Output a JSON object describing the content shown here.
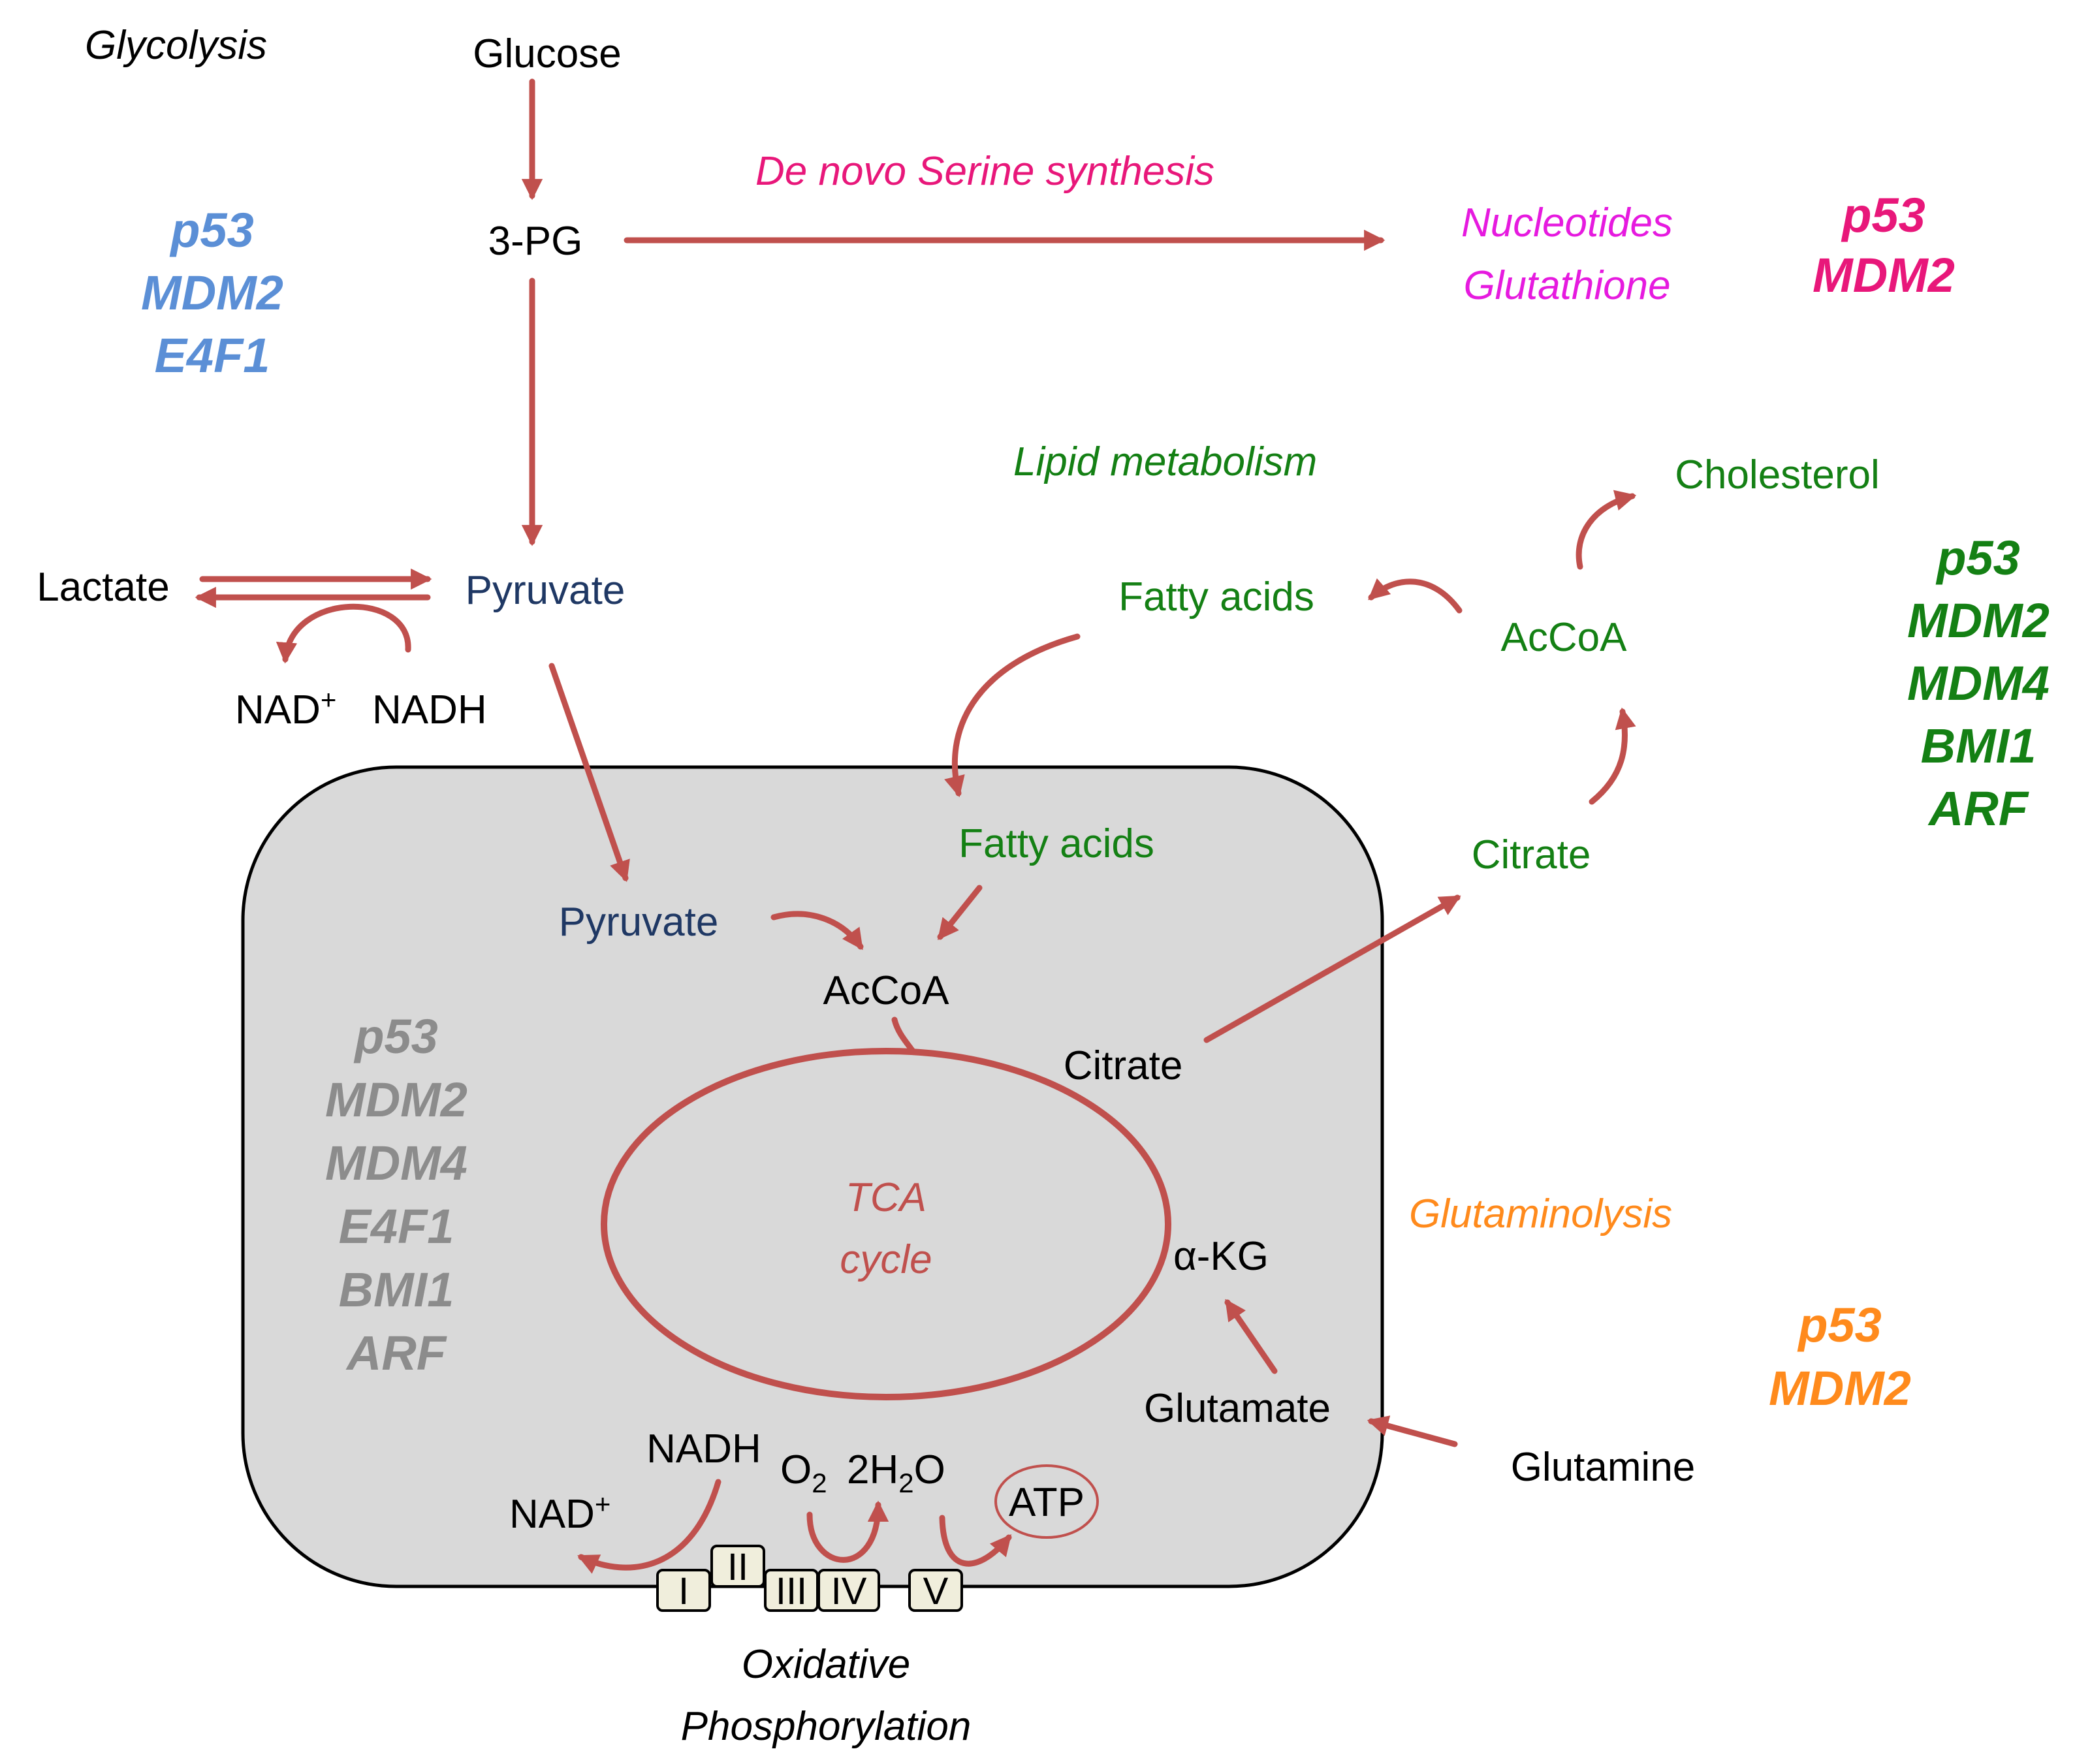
{
  "colors": {
    "arrow": "#c0504d",
    "cell_fill": "#d9d9d9",
    "glycolysis_genes": "#5b8fd6",
    "serine": "#e8177a",
    "nucleotides": "#e61adf",
    "lipid": "#148014",
    "glutaminolysis": "#ff8a1c",
    "mito_genes": "#8c8c8c",
    "pyruvate": "#1f3864",
    "tca": "#c0504d"
  },
  "pathways": {
    "glycolysis": "Glycolysis",
    "serine": "De novo Serine synthesis",
    "lipid": "Lipid metabolism",
    "glutaminolysis": "Glutaminolysis",
    "oxphos_line1": "Oxidative",
    "oxphos_line2": "Phosphorylation",
    "tca_line1": "TCA",
    "tca_line2": "cycle"
  },
  "metabolites": {
    "glucose": "Glucose",
    "pg3": "3-PG",
    "nucleotides": "Nucleotides",
    "glutathione": "Glutathione",
    "lactate": "Lactate",
    "pyruvate_cyto": "Pyruvate",
    "nad_base": "NAD",
    "nad_sup": "+",
    "nadh": "NADH",
    "cholesterol": "Cholesterol",
    "fatty_acids_cyto": "Fatty acids",
    "accoa_cyto": "AcCoA",
    "citrate_cyto": "Citrate",
    "pyruvate_mito": "Pyruvate",
    "fatty_acids_mito": "Fatty acids",
    "accoa_mito": "AcCoA",
    "citrate_mito": "Citrate",
    "akg": "α-KG",
    "glutamate": "Glutamate",
    "glutamine": "Glutamine",
    "nadh_mito": "NADH",
    "nad_mito_base": "NAD",
    "nad_mito_sup": "+",
    "o2_base": "O",
    "o2_sub": "2",
    "h2o_pre": "2H",
    "h2o_sub": "2",
    "h2o_post": "O",
    "atp": "ATP"
  },
  "complexes": [
    "I",
    "II",
    "III",
    "IV",
    "V"
  ],
  "gene_groups": {
    "glycolysis": [
      "p53",
      "MDM2",
      "E4F1"
    ],
    "serine": [
      "p53",
      "MDM2"
    ],
    "lipid": [
      "p53",
      "MDM2",
      "MDM4",
      "BMI1",
      "ARF"
    ],
    "mito": [
      "p53",
      "MDM2",
      "MDM4",
      "E4F1",
      "BMI1",
      "ARF"
    ],
    "glutaminolysis": [
      "p53",
      "MDM2"
    ]
  }
}
